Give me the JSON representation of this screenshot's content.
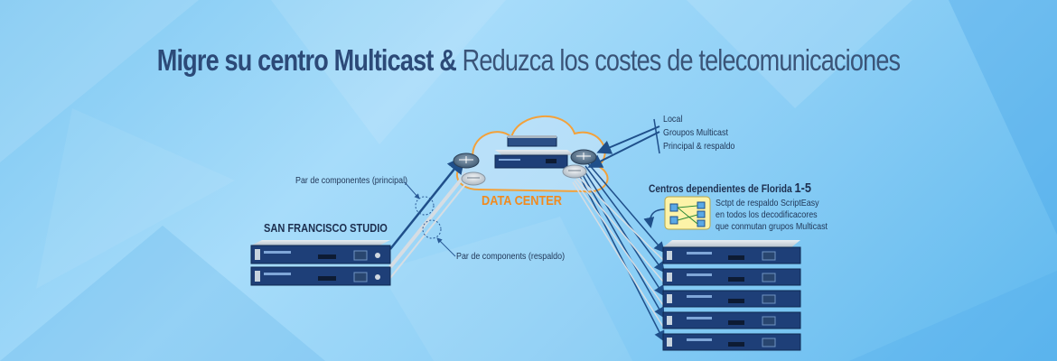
{
  "title": {
    "bold": "Migre su centro Multicast &",
    "light": "Reduzca los costes de telecomunicaciones"
  },
  "labels": {
    "data_center": "DATA CENTER",
    "studio": "SAN FRANCISCO STUDIO",
    "pair_main": "Par de componentes (principal)",
    "pair_backup": "Par de  components (respaldo)",
    "legend_local": "Local",
    "legend_groups": "Groupos Multicast",
    "legend_principal": "Principal & respaldo",
    "florida_title": "Centros dependientes de Florida",
    "florida_range": "1-5",
    "script_1": "Sctpt de respaldo ScriptEasy",
    "script_2": "en todos los decodificacores",
    "script_3": "que conmutan grupos Multicast"
  },
  "colors": {
    "title": "#2c4a78",
    "data_center": "#f18a1e",
    "primary_link": "#1f4f8a",
    "backup_link": "#d6dde3",
    "device_body": "#1e3f78"
  }
}
